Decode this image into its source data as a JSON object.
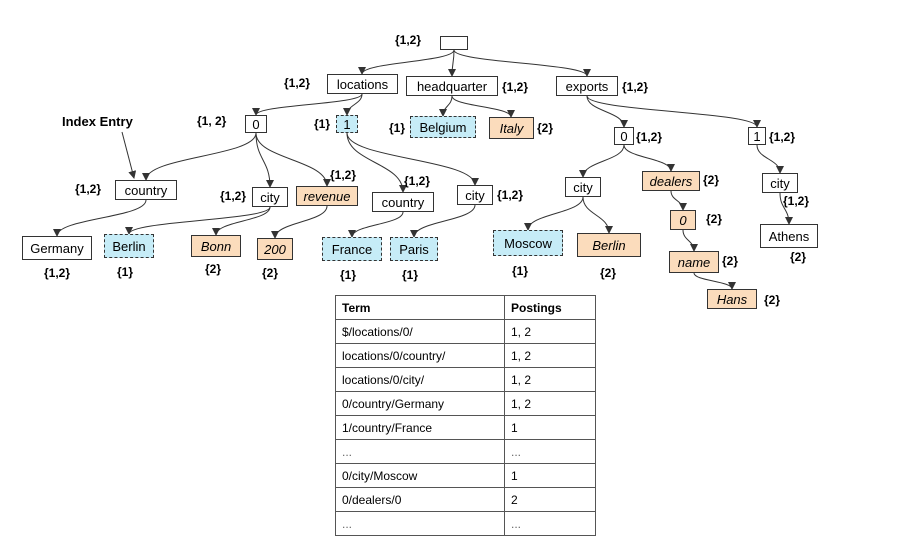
{
  "nodes": {
    "root": "",
    "locations": "locations",
    "headquarter": "headquarter",
    "exports": "exports",
    "loc_0": "0",
    "loc_1": "1",
    "belgium": "Belgium",
    "italy": "Italy",
    "exp_0": "0",
    "exp_1": "1",
    "country_a": "country",
    "city_a": "city",
    "revenue": "revenue",
    "country_b": "country",
    "city_b": "city",
    "germany": "Germany",
    "berlin_a": "Berlin",
    "bonn": "Bonn",
    "v200": "200",
    "france": "France",
    "paris": "Paris",
    "city_c": "city",
    "dealers": "dealers",
    "moscow": "Moscow",
    "berlin_b": "Berlin",
    "dealers_0": "0",
    "name": "name",
    "hans": "Hans",
    "city_d": "city",
    "athens": "Athens"
  },
  "labels": {
    "root": "{1,2}",
    "locations": "{1,2}",
    "headquarter": "{1,2}",
    "exports": "{1,2}",
    "loc_0": "{1, 2}",
    "loc_1": "{1}",
    "belgium": "{1}",
    "italy": "{2}",
    "exp_0": "{1,2}",
    "exp_1": "{1,2}",
    "country_a": "{1,2}",
    "city_a": "{1,2}",
    "revenue": "{1,2}",
    "country_b": "{1,2}",
    "city_b": "{1,2}",
    "germany": "{1,2}",
    "berlin_a": "{1}",
    "bonn": "{2}",
    "v200": "{2}",
    "france": "{1}",
    "paris": "{1}",
    "dealers": "{2}",
    "moscow": "{1}",
    "berlin_b": "{2}",
    "dealers_0": "{2}",
    "name": "{2}",
    "hans": "{2}",
    "city_d": "{1,2}",
    "athens": "{2}"
  },
  "index_entry_label": "Index Entry",
  "table": {
    "headers": [
      "Term",
      "Postings"
    ],
    "rows": [
      [
        "$/locations/0/",
        "1, 2"
      ],
      [
        "locations/0/country/",
        "1, 2"
      ],
      [
        "locations/0/city/",
        "1, 2"
      ],
      [
        "0/country/Germany",
        "1, 2"
      ],
      [
        "1/country/France",
        "1"
      ],
      [
        "...",
        "..."
      ],
      [
        "0/city/Moscow",
        "1"
      ],
      [
        "0/dealers/0",
        "2"
      ],
      [
        "...",
        "..."
      ]
    ]
  }
}
